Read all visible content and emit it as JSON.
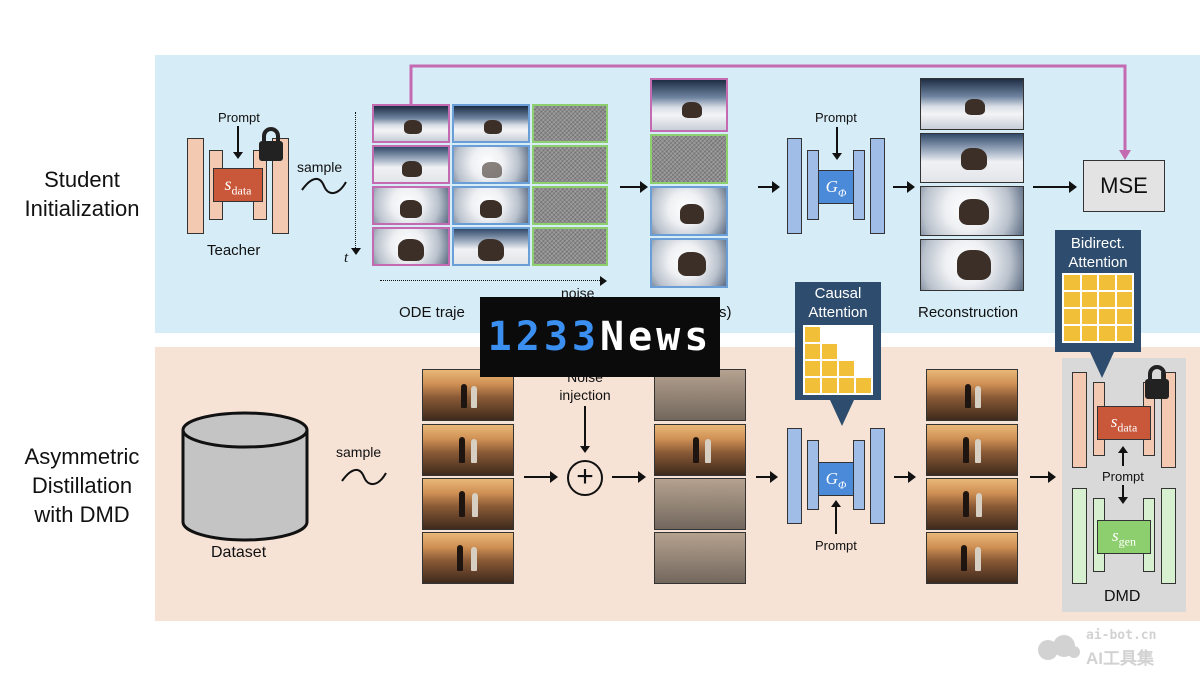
{
  "rows": {
    "top_label_line1": "Student",
    "top_label_line2": "Initialization",
    "bottom_label_line1": "Asymmetric",
    "bottom_label_line2": "Distillation",
    "bottom_label_line3": "with DMD"
  },
  "top": {
    "prompt_label": "Prompt",
    "teacher_label": "Teacher",
    "teacher_core": "s",
    "teacher_core_sub": "data",
    "sample_label": "sample",
    "time_label": "t",
    "noise_label": "noise",
    "ode_label_left": "ODE traje",
    "ode_label_right": "s)",
    "student_prompt": "Prompt",
    "student_core": "G",
    "student_core_sub": "Φ",
    "reconstruction_label": "Reconstruction",
    "mse_label": "MSE"
  },
  "bottom": {
    "dataset_label": "Dataset",
    "sample_label": "sample",
    "noise_label": "Noise",
    "injection_label": "injection",
    "plus_symbol": "+",
    "causal_line1": "Causal",
    "causal_line2": "Attention",
    "bidirect_line1": "Bidirect.",
    "bidirect_line2": "Attention",
    "student_core": "G",
    "student_core_sub": "Φ",
    "student_prompt": "Prompt",
    "dmd_data_core": "s",
    "dmd_data_sub": "data",
    "dmd_gen_core": "s",
    "dmd_gen_sub": "gen",
    "dmd_prompt": "Prompt",
    "dmd_label": "DMD"
  },
  "watermark": {
    "text_num": "1233",
    "text_word": "News"
  },
  "corner_logo": {
    "line1": "ai-bot.cn",
    "line2": "AI工具集"
  },
  "colors": {
    "top_bg": "#d6ecf7",
    "bottom_bg": "#f6e3d6",
    "dmd_bg": "#d9d9d9",
    "salmon_bar": "#f4c9b2",
    "blue_bar": "#9fbde6",
    "green_bar": "#d7f0cf",
    "data_core": "#c9573a",
    "gen_core": "#8dcf6e",
    "student_core": "#4a8ad8",
    "mse_arrow": "#c46ab0",
    "grid_yellow": "#f2c038",
    "attn_box": "#2e4d6e"
  }
}
